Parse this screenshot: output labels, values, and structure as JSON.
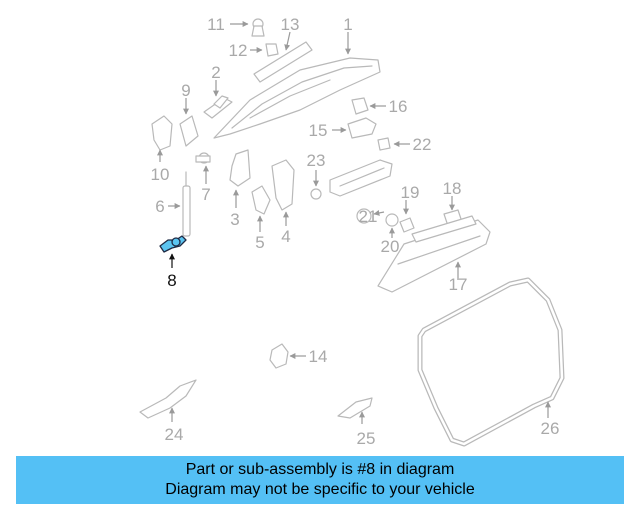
{
  "diagram": {
    "highlighted_part": "8",
    "callouts": [
      "1",
      "2",
      "3",
      "4",
      "5",
      "6",
      "7",
      "8",
      "9",
      "10",
      "11",
      "12",
      "13",
      "14",
      "15",
      "16",
      "17",
      "18",
      "19",
      "20",
      "21",
      "22",
      "23",
      "24",
      "25",
      "26"
    ]
  },
  "banner": {
    "line1": "Part or sub-assembly is #8 in diagram",
    "line2": "Diagram may not be specific to your vehicle"
  },
  "colors": {
    "banner_bg": "#54c0f5",
    "highlight_fill": "#5bc4f0",
    "callout_gray": "#a9a9a9",
    "callout_highlight": "#111111"
  }
}
